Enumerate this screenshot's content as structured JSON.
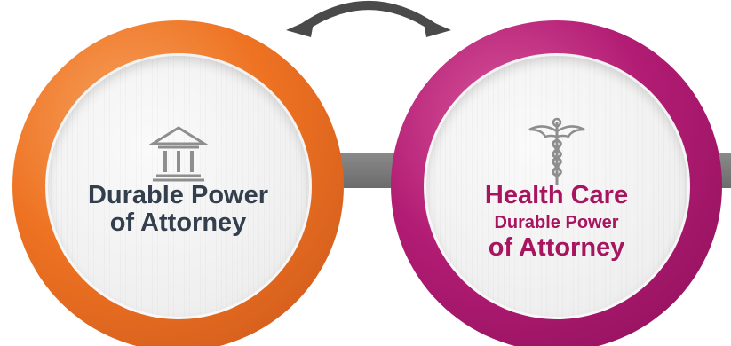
{
  "left_card": {
    "line1": "Durable Power",
    "line2": "of Attorney",
    "icon": "courthouse-icon",
    "ring_color": "#ee7222",
    "text_color": "#333f4d"
  },
  "right_card": {
    "line1": "Health Care",
    "line2": "Durable Power",
    "line3": "of Attorney",
    "icon": "caduceus-icon",
    "ring_color": "#b21c74",
    "text_color": "#a8155f"
  },
  "connector_color": "#757575",
  "arrow": {
    "icon": "double-headed-curved-arrow-icon",
    "color": "#4a4a4a"
  }
}
